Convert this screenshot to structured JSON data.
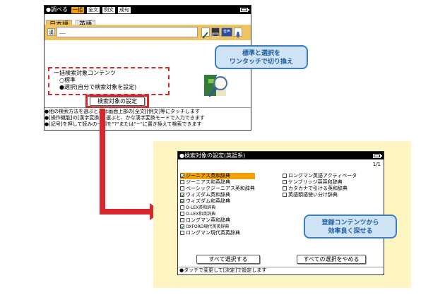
{
  "screen1": {
    "menu_bar": {
      "title": "●調べる",
      "tabs": [
        {
          "label": "一括",
          "active": true
        },
        {
          "label": "全文",
          "active": false
        },
        {
          "label": "例文",
          "active": false
        },
        {
          "label": "成句",
          "active": false
        }
      ]
    },
    "lang_tabs": [
      "日本語",
      "英語"
    ],
    "search": {
      "kanji_badge": "漢",
      "value": "＿"
    },
    "tool_icons": [
      "pencil-icon",
      "keyboard-icon",
      "audio-icon",
      "mic-icon"
    ],
    "audio_label": "音声",
    "content_box": {
      "heading": "一括検索対象コンテンツ",
      "options": [
        {
          "label": "標準",
          "selected": false
        },
        {
          "label": "選択(自分で検索対象を設定)",
          "selected": true
        }
      ],
      "button": "検索対象の設定"
    },
    "help_lines": [
      "●他の検索方法を選ぶときは画面上部の[全文][例文]等にタッチします",
      "●[操作機能]の[漢字変換]を選ぶと、かな漢字変換モードで入力できます",
      "●[記号]を押して読みの一部を\"?\"または\"~\"に置き換えて検索できます"
    ]
  },
  "callout1": [
    "標準と選択を",
    "ワンタッチで切り換え"
  ],
  "screen2": {
    "title": "●検索対象の設定(英語系)",
    "page": "1/1",
    "left_items": [
      {
        "label": "ジーニアス英和辞典",
        "checked": true,
        "highlight": true
      },
      {
        "label": "ジーニアス和英辞典",
        "checked": false
      },
      {
        "label": "ベーシックジーニアス英和辞典",
        "checked": false
      },
      {
        "label": "ウィズダム英和辞典",
        "checked": true
      },
      {
        "label": "ウィズダム和英辞典",
        "checked": true
      },
      {
        "label": "O-LEX英和辞典",
        "checked": false
      },
      {
        "label": "O-LEX和英辞典",
        "checked": false
      },
      {
        "label": "ロングマン英和辞典",
        "checked": false
      },
      {
        "label": "OXFORD現代英英辞典",
        "checked": true
      },
      {
        "label": "ロングマン現代英英辞典",
        "checked": false
      }
    ],
    "right_items": [
      {
        "label": "ロングマン英語アクティベータ",
        "checked": false
      },
      {
        "label": "ケンブリッジ英英和辞典",
        "checked": false
      },
      {
        "label": "カタカナで引ける英和辞典",
        "checked": false
      },
      {
        "label": "英語類語使い分け辞典",
        "checked": false
      }
    ],
    "select_all": "すべて選択する",
    "clear_all": "すべての選択をやめる",
    "status": "●タッチで変更して[決定]で設定します"
  },
  "callout2": [
    "登録コンテンツから",
    "効率良く探せる"
  ],
  "colors": {
    "accent_orange": "#f2a100",
    "callout_blue": "#3b7fc2",
    "red": "#d9272e",
    "yellow_bg": "#fdf6c3"
  }
}
